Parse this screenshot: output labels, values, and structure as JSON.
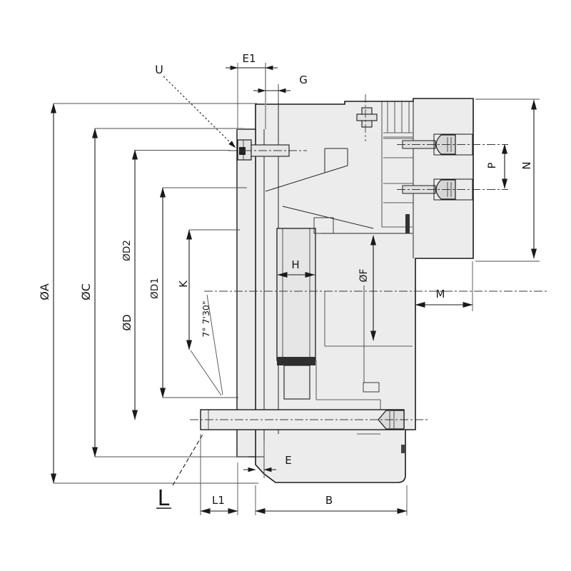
{
  "drawing": {
    "type": "technical-cross-section",
    "subject": "lathe-chuck-side-section",
    "colors": {
      "background": "#ffffff",
      "line": "#1b1b1b",
      "part_fill": "#ececec",
      "extension_line": "#9a9a9a"
    },
    "labels": {
      "u": "U",
      "e1": "E1",
      "g": "G",
      "a": "ØA",
      "c": "ØC",
      "d2": "ØD2",
      "d": "ØD",
      "d1": "ØD1",
      "k": "K",
      "taper": "7° 7'30\"",
      "h": "H",
      "f": "ØF",
      "p": "P",
      "n": "N",
      "m": "M",
      "e": "E",
      "l1": "L1",
      "b": "B",
      "l": "L"
    }
  }
}
